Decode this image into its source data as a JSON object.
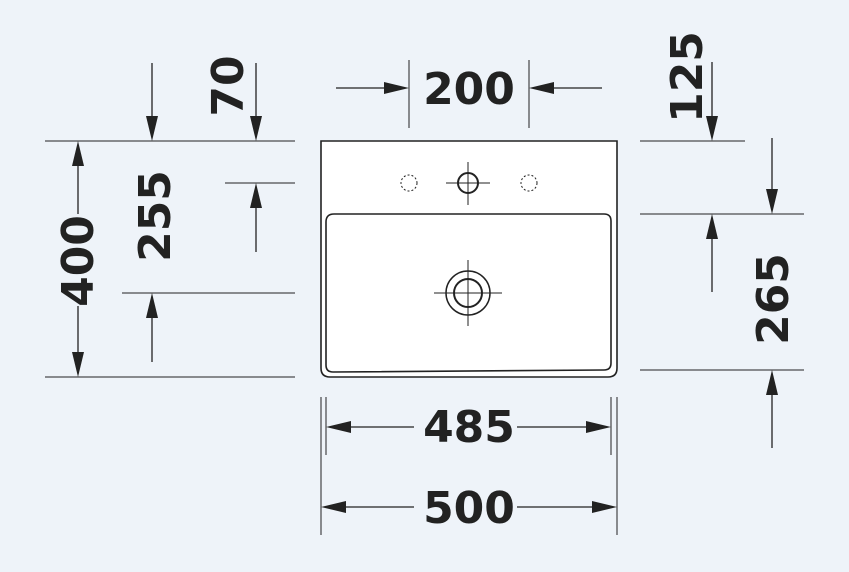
{
  "diagram": {
    "dimensions": {
      "tap_hole_spacing": "200",
      "top_to_tap_hole": "70",
      "top_to_bowl_top": "125",
      "tap_to_drain": "255",
      "bowl_depth": "265",
      "overall_depth": "400",
      "bowl_width": "485",
      "overall_width": "500"
    },
    "colors": {
      "background": "#eef3f9",
      "line": "#222222",
      "fill": "#ffffff"
    }
  }
}
